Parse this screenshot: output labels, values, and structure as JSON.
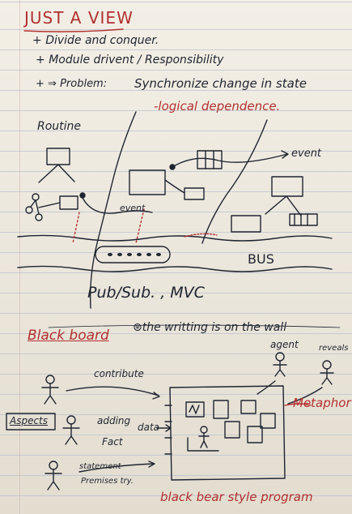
{
  "title": "JUST A VIEW",
  "bullets": [
    "Divide and conquer.",
    "Module drivent / Responsibility",
    "Problem:"
  ],
  "problem_text": "Synchronize change in state",
  "problem_note": "-logical dependence.",
  "diagram1": {
    "routine_label": "Routine",
    "event_label_1": "event",
    "event_label_2": "event",
    "bus_label": "BUS",
    "pubsub_label": "Pub/Sub. , MVC"
  },
  "blackboard": {
    "heading": "Black board",
    "note": "the writting is on the wall",
    "agent_label": "agent",
    "reveals_label": "reveals",
    "metaphor_label": "Metaphor",
    "contribute_label": "contribute",
    "aspects_label": "Aspects",
    "adding_label": "adding",
    "fact_label": "Fact",
    "data_label": "data",
    "statement_label": "statement",
    "premise_label": "Premises try.",
    "footer": "black bear style program"
  },
  "colors": {
    "ink": "#1e2430",
    "red_ink": "#b23030",
    "rule": "#b9c2cf"
  }
}
